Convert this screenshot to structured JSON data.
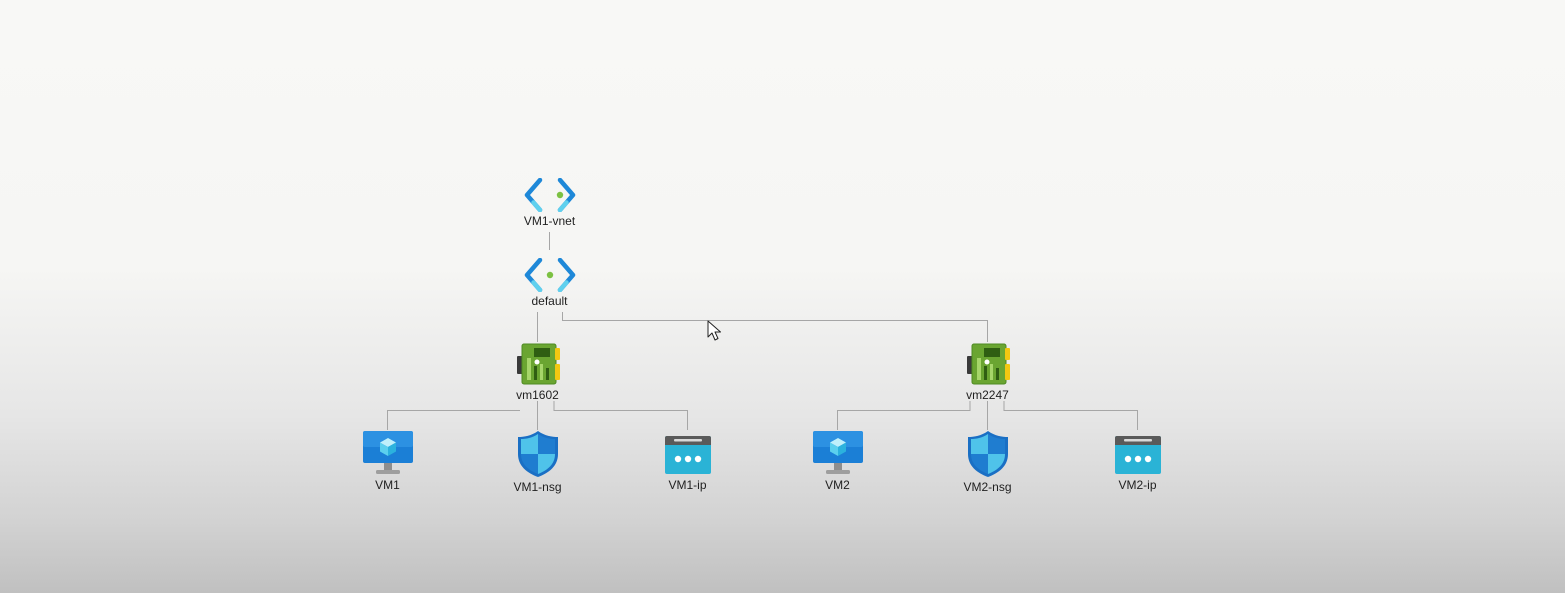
{
  "diagram": {
    "nodes": [
      {
        "id": "vnet",
        "label": "VM1-vnet",
        "icon": "virtual-network-icon"
      },
      {
        "id": "subnet",
        "label": "default",
        "icon": "subnet-icon"
      },
      {
        "id": "nic1",
        "label": "vm1602",
        "icon": "network-interface-icon"
      },
      {
        "id": "nic2",
        "label": "vm2247",
        "icon": "network-interface-icon"
      },
      {
        "id": "vm1",
        "label": "VM1",
        "icon": "virtual-machine-icon"
      },
      {
        "id": "nsg1",
        "label": "VM1-nsg",
        "icon": "network-security-group-icon"
      },
      {
        "id": "ip1",
        "label": "VM1-ip",
        "icon": "public-ip-icon"
      },
      {
        "id": "vm2",
        "label": "VM2",
        "icon": "virtual-machine-icon"
      },
      {
        "id": "nsg2",
        "label": "VM2-nsg",
        "icon": "network-security-group-icon"
      },
      {
        "id": "ip2",
        "label": "VM2-ip",
        "icon": "public-ip-icon"
      }
    ],
    "edges": [
      [
        "vnet",
        "subnet"
      ],
      [
        "subnet",
        "nic1"
      ],
      [
        "subnet",
        "nic2"
      ],
      [
        "nic1",
        "vm1"
      ],
      [
        "nic1",
        "nsg1"
      ],
      [
        "nic1",
        "ip1"
      ],
      [
        "nic2",
        "vm2"
      ],
      [
        "nic2",
        "nsg2"
      ],
      [
        "nic2",
        "ip2"
      ]
    ]
  },
  "colors": {
    "connector": "#a6a6a6",
    "vnet_blue": "#1e88d8",
    "vnet_cyan": "#5fd0ee",
    "vnet_dot": "#7cc142",
    "nic_green": "#6aa531",
    "nic_yellow": "#f2c811",
    "vm_blue": "#1b7fd6",
    "nsg_blue": "#1a6fc4",
    "ip_teal": "#2ab3d6"
  }
}
